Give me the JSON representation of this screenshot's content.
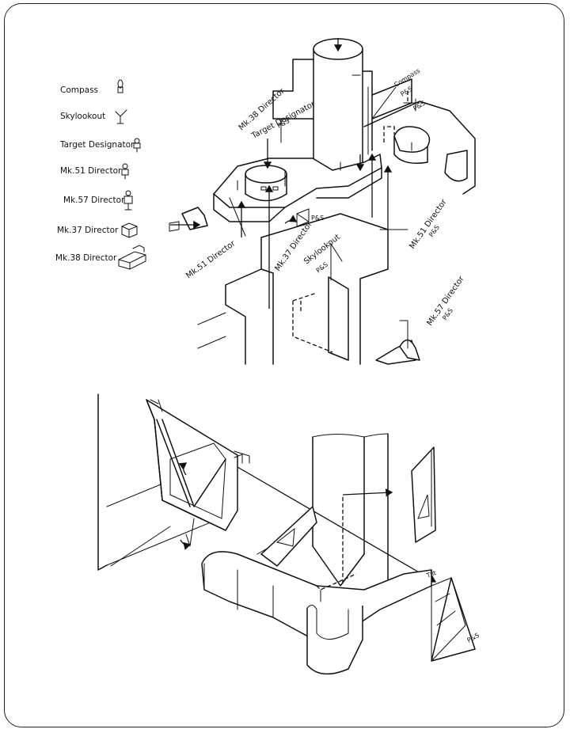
{
  "legend": {
    "items": [
      {
        "label": "Compass",
        "icon": "compass-icon"
      },
      {
        "label": "Skylookout",
        "icon": "skylookout-icon"
      },
      {
        "label": "Target Designator",
        "icon": "target-designator-icon"
      },
      {
        "label": "Mk.51 Director",
        "icon": "mk51-director-icon"
      },
      {
        "label": "Mk.57 Director",
        "icon": "mk57-director-icon"
      },
      {
        "label": "Mk.37 Director",
        "icon": "mk37-director-icon"
      },
      {
        "label": "Mk.38 Director",
        "icon": "mk38-director-icon"
      }
    ]
  },
  "top_diagram": {
    "mk38": "Mk.38 Director",
    "target_designator": "Target Designator",
    "target_designator_ps": "P&S",
    "compass": "Compass",
    "compass_ps": "P&S",
    "compass_ps2": "P&S",
    "ps_box": "P&S",
    "mk51_left": "Mk.51 Director",
    "mk37": "Mk.37 Director",
    "skylookout": "Skylookout",
    "skylookout_ps": "P&S",
    "mk51_right": "Mk.51 Director",
    "mk51_right_ps": "P&S",
    "mk57": "Mk.57 Director",
    "mk57_ps": "P&S"
  },
  "bottom_diagram": {
    "tilt": "Tilt",
    "ps": "P&S"
  }
}
